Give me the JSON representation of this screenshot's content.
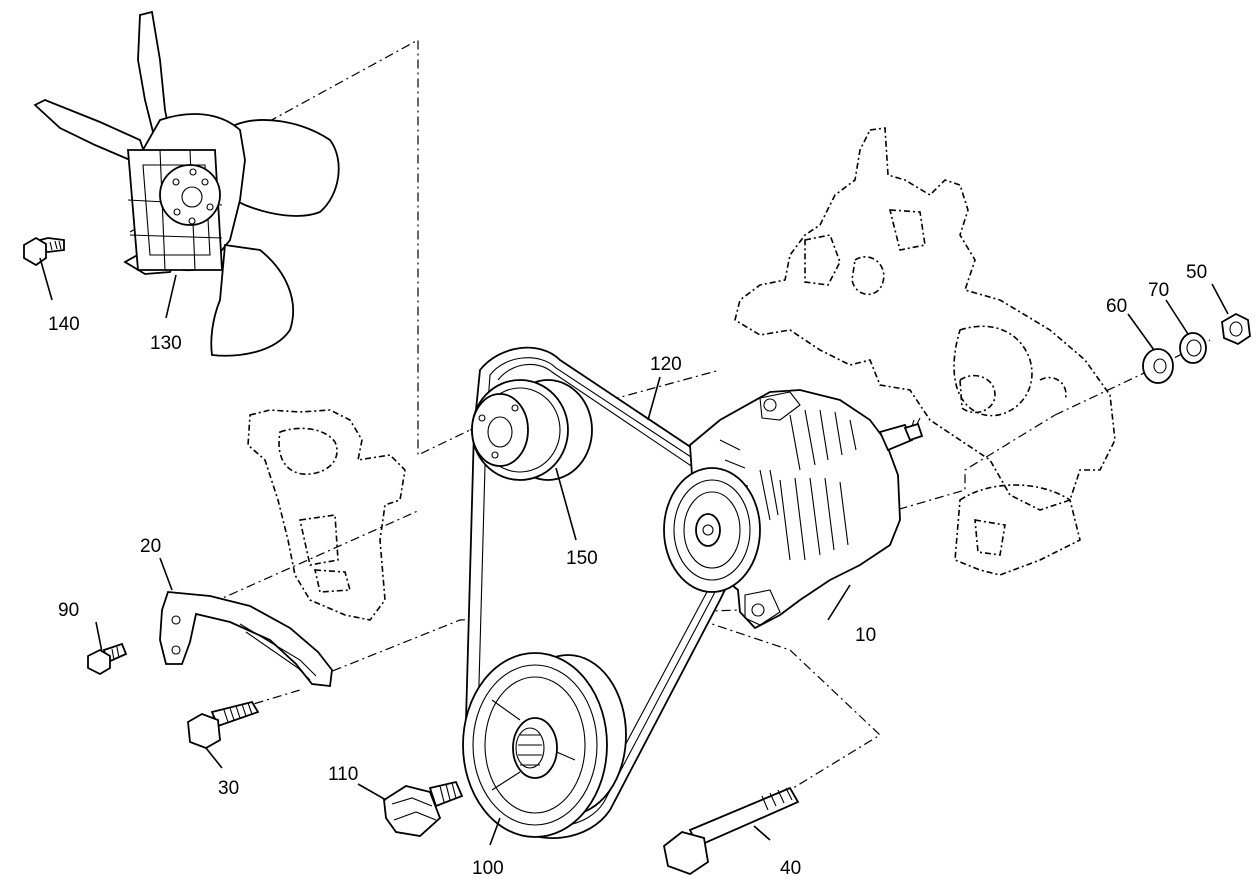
{
  "callouts": {
    "c10": "10",
    "c20": "20",
    "c30": "30",
    "c40": "40",
    "c50": "50",
    "c60": "60",
    "c70": "70",
    "c90": "90",
    "c100": "100",
    "c110": "110",
    "c120": "120",
    "c130": "130",
    "c140": "140",
    "c150": "150"
  }
}
